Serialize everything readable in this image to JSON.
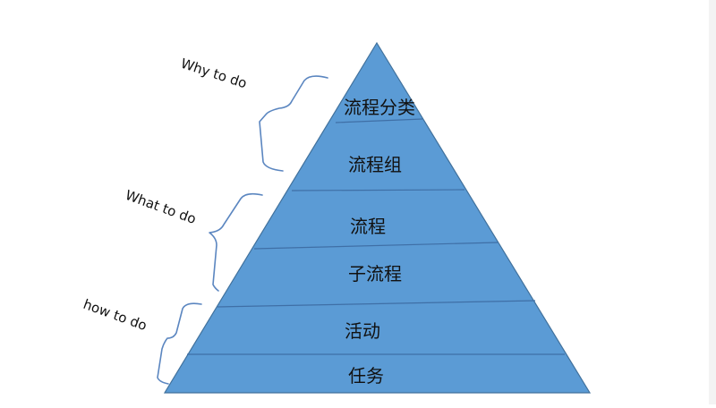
{
  "pyramid": {
    "fill_color": "#5b9bd5",
    "edge_color": "#41719c",
    "layers": [
      {
        "label": "流程分类"
      },
      {
        "label": "流程组"
      },
      {
        "label": "流程"
      },
      {
        "label": "子流程"
      },
      {
        "label": "活动"
      },
      {
        "label": "任务"
      }
    ]
  },
  "groups": [
    {
      "label": "Why to do"
    },
    {
      "label": "What to do"
    },
    {
      "label": "how to do"
    }
  ],
  "bracket_color": "#5b86c0"
}
